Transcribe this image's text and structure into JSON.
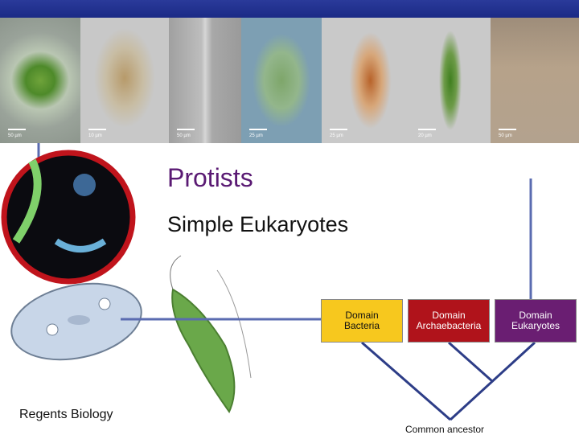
{
  "slide": {
    "title": "Protists",
    "subtitle": "Simple Eukaryotes",
    "footer": "Regents Biology",
    "tree_root_label": "Common ancestor"
  },
  "domains": [
    {
      "line1": "Domain",
      "line2": "Bacteria",
      "fill": "#f7c81e",
      "text": "#111111"
    },
    {
      "line1": "Domain",
      "line2": "Archaebacteria",
      "fill": "#b0131b",
      "text": "#ffffff"
    },
    {
      "line1": "Domain",
      "line2": "Eukaryotes",
      "fill": "#6a1e72",
      "text": "#ffffff"
    }
  ],
  "micrograph_scales": [
    "50 µm",
    "10 µm",
    "50 µm",
    "25 µm",
    "25 µm",
    "20 µm",
    "50 µm"
  ],
  "colors": {
    "header_bar": "#1b2a86",
    "title": "#5a1a73",
    "tree_lines": "#5a6bb0",
    "circle_ring": "#c0141c"
  },
  "icons": [
    "protist-micrograph",
    "paramecium-illustration",
    "euglena-illustration",
    "circle-micrograph"
  ]
}
